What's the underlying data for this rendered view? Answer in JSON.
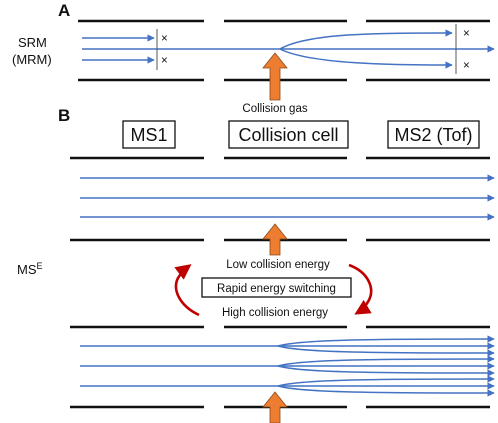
{
  "panel_a": {
    "label": "A",
    "mode_line1": "SRM",
    "mode_line2": "(MRM)",
    "gas_label": "Collision gas",
    "blocked_mark": "×"
  },
  "panel_b": {
    "label": "B",
    "stage_ms1": "MS1",
    "stage_collision_cell": "Collision cell",
    "stage_ms2": "MS2 (Tof)",
    "mode_prefix": "MS",
    "mode_superscript": "E",
    "low_energy": "Low collision energy",
    "switching": "Rapid energy switching",
    "high_energy": "High collision energy"
  },
  "colors": {
    "beam": "#4472C4",
    "gas_arrow": "#ED7D31",
    "switch_arrow": "#C00000",
    "plates": "#111111"
  }
}
